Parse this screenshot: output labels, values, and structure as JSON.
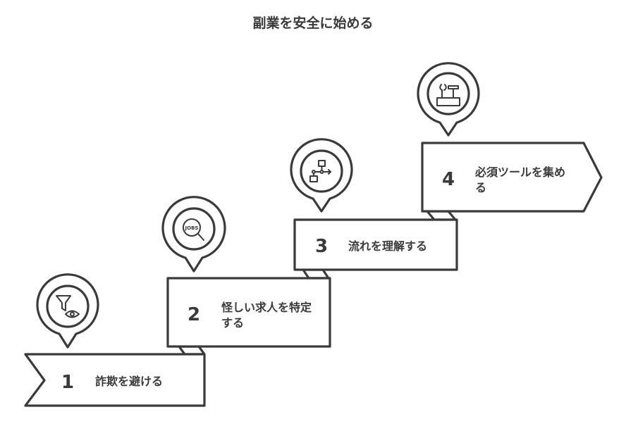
{
  "title": "副業を安全に始める",
  "steps": [
    {
      "number": "1",
      "label": "詐欺を避ける",
      "icon": "filter-eye-icon"
    },
    {
      "number": "2",
      "label": "怪しい求人を特定する",
      "icon": "jobs-search-icon",
      "icon_text": "JOBS"
    },
    {
      "number": "3",
      "label": "流れを理解する",
      "icon": "flowchart-icon"
    },
    {
      "number": "4",
      "label": "必須ツールを集める",
      "icon": "toolbox-icon"
    }
  ],
  "colors": {
    "stroke": "#3a3a3a",
    "background": "#ffffff"
  }
}
